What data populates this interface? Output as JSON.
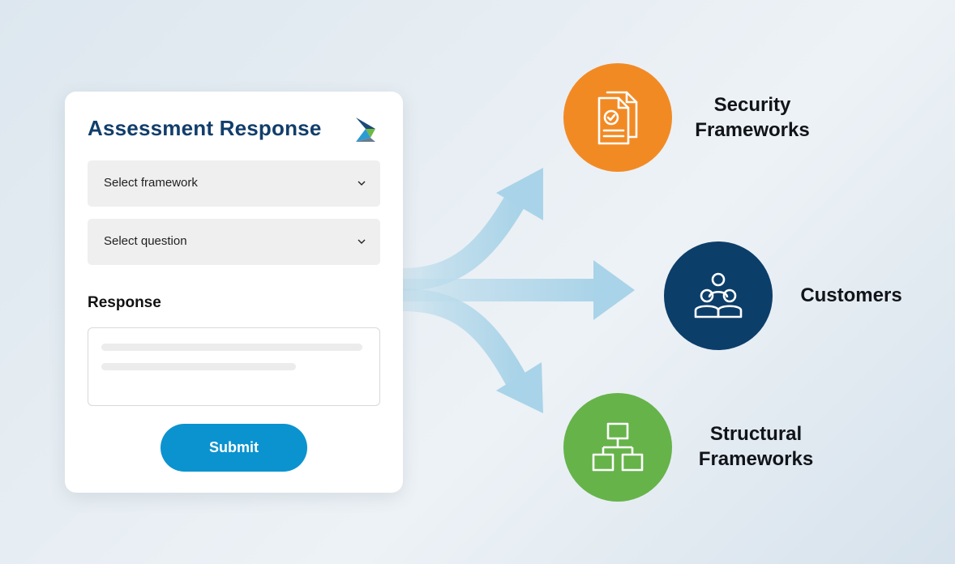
{
  "card": {
    "title": "Assessment Response",
    "select_framework": "Select framework",
    "select_question": "Select question",
    "response_label": "Response",
    "submit_label": "Submit"
  },
  "destinations": {
    "security": {
      "line1": "Security",
      "line2": "Frameworks",
      "icon": "documents-check-icon",
      "color": "#f28a24"
    },
    "customers": {
      "line1": "Customers",
      "icon": "people-group-icon",
      "color": "#0c3e6a"
    },
    "structural": {
      "line1": "Structural",
      "line2": "Frameworks",
      "icon": "hierarchy-icon",
      "color": "#66b34a"
    }
  },
  "colors": {
    "title": "#123e6b",
    "submit": "#0b93cf",
    "arrow": "#b6d9ea"
  }
}
